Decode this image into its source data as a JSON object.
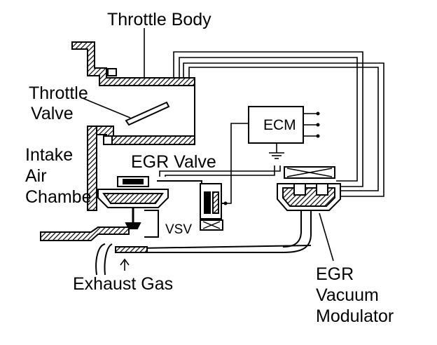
{
  "labels": {
    "throttle_body": "Throttle Body",
    "throttle_valve_line1": "Throttle",
    "throttle_valve_line2": "Valve",
    "intake_line1": "Intake",
    "intake_line2": "Air",
    "intake_line3": "Chambe",
    "egr_valve": "EGR Valve",
    "ecm": "ECM",
    "vsv": "VSV",
    "exhaust_gas": "Exhaust Gas",
    "modulator_line1": "EGR",
    "modulator_line2": "Vacuum",
    "modulator_line3": "Modulator"
  },
  "colors": {
    "line": "#000000",
    "background": "#ffffff"
  }
}
